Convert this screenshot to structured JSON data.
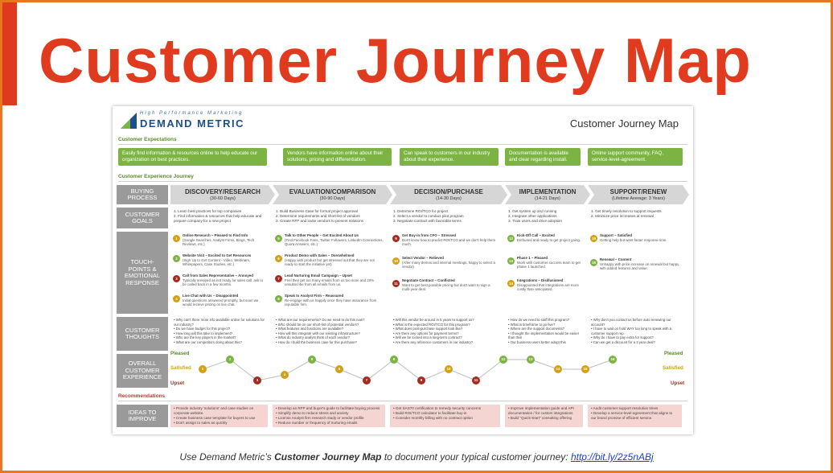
{
  "slide": {
    "title": "Customer Journey Map",
    "caption_prefix": "Use Demand Metric’s ",
    "caption_bold": "Customer Journey Map",
    "caption_mid": " to document your typical customer journey: ",
    "caption_link": "http://bit.ly/2z5nABj"
  },
  "colors": {
    "title": "#e13b1f",
    "frame": "#e8771f",
    "green": "#7cb342",
    "label_gray": "#9a9a9a",
    "phase_gray": "#d6d6d6",
    "idea_pink": "#f5d5d2"
  },
  "map": {
    "logo_tagline": "High Performance Marketing",
    "logo_name": "DEMAND METRIC",
    "title": "Customer Journey Map",
    "expectations_label": "Customer Expectations",
    "experience_label": "Customer Experience Journey",
    "recommendations_label": "Recommendations",
    "expectations": [
      "Easily find information & resources online to help educate our organization on best practices.",
      "Vendors have information online about their solutions, pricing and differentiation.",
      "Can speak to customers in our industry about their experience.",
      "Documentation is available and clear regarding install.",
      "Online support community, FAQ, service-level-agreement."
    ],
    "row_labels": {
      "buying": "BUYING PROCESS",
      "goals": "CUSTOMER GOALS",
      "touch": "TOUCH-POINTS & EMOTIONAL RESPONSE",
      "thoughts": "CUSTOMER THOUGHTS",
      "overall": "OVERALL CUSTOMER EXPERIENCE",
      "ideas": "IDEAS TO IMPROVE"
    },
    "phases": [
      {
        "name": "DISCOVERY/RESEARCH",
        "days": "(30-60 Days)"
      },
      {
        "name": "EVALUATION/COMPARISON",
        "days": "(30-90 Days)"
      },
      {
        "name": "DECISION/PURCHASE",
        "days": "(14-30 Days)"
      },
      {
        "name": "IMPLEMENTATION",
        "days": "(14-21 Days)"
      },
      {
        "name": "SUPPORT/RENEW",
        "days": "(Lifetime Average: 3 Years)"
      }
    ],
    "goals": [
      "1. Learn best practices for top companies\n2. Find information & resources that help educate and prepare company for a new project",
      "1. Build Business Case for formal project approval\n2. Determine requirements and short-list of vendors\n3. Create RFP and invite vendors to present solutions",
      "1. Determine ROI/TCO for project\n2. Select a vendor to conduct pilot program\n3. Negotiate contract with favorable terms",
      "1. Get system up and running\n2. Integrate other applications\n3. Train users and drive adoption",
      "1. Get timely resolution to support requests\n2. Minimize price increases at renewal"
    ],
    "touchpoints": [
      [
        {
          "n": "1",
          "title": "Online Research – Pleased to Find Info",
          "text": "(Google Searches, Analyst Firms, Blogs, Tech Reviews, etc.)"
        },
        {
          "n": "2",
          "title": "Website Visit – Excited to Get Resources",
          "text": "(Sign Up to Get Content - Video, Webinars, Whitepapers, Case Studies, etc.)"
        },
        {
          "n": "3",
          "title": "Call from Sales Representative – Annoyed",
          "text": "Typically annoyed as not ready for sales call, ask to be called back in a few months."
        },
        {
          "n": "4",
          "title": "Live Chat with Us – Disappointed",
          "text": "Initial questions answered promptly, but soon we would receive pricing on live chat."
        }
      ],
      [
        {
          "n": "5",
          "title": "Talk to Other People – Get Excited About Us",
          "text": "(Find Facebook Fans, Twitter Followers, LinkedIn Connections, Quora Answers, etc.)"
        },
        {
          "n": "6",
          "title": "Product Demo with Sales – Overwhelmed",
          "text": "(Happy with product but get stressed out that they are not ready to start the initiative yet)"
        },
        {
          "n": "7",
          "title": "Lead Nurturing Email Campaign – Upset",
          "text": "Feel they get too many emails from us too soon and 20% unsubscribe from all emails from us."
        },
        {
          "n": "8",
          "title": "Speak to Analyst Firm – Reassured",
          "text": "Re-engage with us happily once they have assurance from reputable firm."
        }
      ],
      [
        {
          "n": "9",
          "title": "Get Buy-in from CFO – Stressed",
          "text": "Don't know how to predict ROI/TCO and we don't help them much."
        },
        {
          "n": "10",
          "title": "Select Vendor – Relieved",
          "text": "(After many demos and internal meetings, happy to select a vendor)"
        },
        {
          "n": "11",
          "title": "Negotiate Contract – Conflicted",
          "text": "Want to get best possible pricing but don't want to sign a multi-year deal."
        }
      ],
      [
        {
          "n": "12",
          "title": "Kick-Off Call – Excited",
          "text": "Enthused and ready to get project going."
        },
        {
          "n": "13",
          "title": "Phase 1 – Pleased",
          "text": "Work with customer success team to get phase 1 launched."
        },
        {
          "n": "14",
          "title": "Integrations – Disillusioned",
          "text": "Disappointed that integrations are more costly than anticipated."
        }
      ],
      [
        {
          "n": "15",
          "title": "Support – Satisfied",
          "text": "Getting help but want faster response time."
        },
        {
          "n": "16",
          "title": "Renewal – Content",
          "text": "Unhappy with price increase on renewal but happy with added features and value."
        }
      ]
    ],
    "thoughts": [
      "• Why can't there more info available online for solutions for our industry?\n• Do we have budget for this project?\n• How long will this take to implement?\n• Who are the key players in the market?\n• What are our competitors doing about this?",
      "• What are our requirements? Do we need to do this now?\n• Who should be on our short-list of potential vendors?\n• What features and functions are available?\n• How will this integrate with our existing infrastructure?\n• What do industry analyst think of each vendor?\n• How do I build the business case for this purchase?",
      "• Will this vendor be around in 5 years to support us?\n• What is the expected ROI/TCO for this program?\n• What does post-purchase support look like?\n• Are there any options for payment terms?\n• Will we be locked into a long-term contract?\n• Are there any reference customers in our industry?",
      "• How do we need to staff this program?\n• What is timeframe to go-live?\n• Where are the support documents?\n• I thought the implementation would be easier than this!\n• Our business users better adopt this",
      "• Why don't you contact us before auto renewing our account?\n• I have to wait on hold WAY too long to speak with a customer support rep.\n• Why do I have to pay extra for support?\n• Can we get a discount for a 3 year deal?"
    ],
    "emotion_labels": {
      "pleased": "Pleased",
      "satisfied": "Satisfied",
      "upset": "Upset"
    },
    "emotion_levels": [
      {
        "n": "1",
        "level": "satisfied"
      },
      {
        "n": "2",
        "level": "pleased"
      },
      {
        "n": "3",
        "level": "upset"
      },
      {
        "n": "4",
        "level": "mid-low"
      },
      {
        "n": "5",
        "level": "pleased"
      },
      {
        "n": "6",
        "level": "satisfied"
      },
      {
        "n": "7",
        "level": "upset"
      },
      {
        "n": "8",
        "level": "pleased"
      },
      {
        "n": "9",
        "level": "upset"
      },
      {
        "n": "10",
        "level": "satisfied"
      },
      {
        "n": "11",
        "level": "upset"
      },
      {
        "n": "12",
        "level": "pleased"
      },
      {
        "n": "13",
        "level": "pleased"
      },
      {
        "n": "14",
        "level": "satisfied"
      },
      {
        "n": "15",
        "level": "satisfied"
      },
      {
        "n": "16",
        "level": "pleased"
      }
    ],
    "ideas": [
      "• Provide industry 'solutions' and case studies on corporate website.\n• Create business case template for buyers to use\n• Don't assign to sales as quickly",
      "• Develop an RFP and buyer's guide to facilitate buying process\n• Simplify demo to reduce stress and anxiety\n• License Analyst firm research study or vendor profile\n• Reduce number or frequency of nurturing emails",
      "• Get SAS70 certification to remedy security concerns\n• Build ROI/TCO calculator to facilitate buy-in\n• Consider monthly billing with no contract option",
      "• Improve implementation guide and API documentation / for custom integrations\n• Build \"Quick-Start\" consulting offering",
      "• Audit customer support resolution times\n• Develop a service-level-agreement that aligns to our brand promise of efficient service."
    ]
  }
}
